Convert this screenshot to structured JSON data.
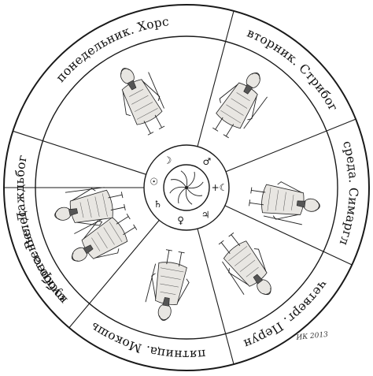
{
  "wheel": {
    "center_icon": "solar-swirl-icon",
    "days": [
      {
        "id": "monday",
        "text": "понедельник. Хорс",
        "planet_icon": "moon-crescent-icon",
        "planet_glyph": "☽"
      },
      {
        "id": "tuesday",
        "text": "вторник. Стрибог",
        "planet_icon": "mars-icon",
        "planet_glyph": "♂"
      },
      {
        "id": "wednesday",
        "text": "среда. Симаргл",
        "planet_icon": "mercury-icon",
        "planet_glyph": "+☾"
      },
      {
        "id": "thursday",
        "text": "четверг. Перун",
        "planet_icon": "jupiter-icon",
        "planet_glyph": "♃"
      },
      {
        "id": "friday",
        "text": "пятница. Мокошь",
        "planet_icon": "venus-icon",
        "planet_glyph": "♀"
      },
      {
        "id": "saturday",
        "text": "суббота. Велес",
        "planet_icon": "saturn-icon",
        "planet_glyph": "♄"
      },
      {
        "id": "sunday",
        "text": "воскресенье. Даждьбог",
        "planet_icon": "sun-icon",
        "planet_glyph": "☉"
      }
    ]
  },
  "signature": "ИК 2013"
}
